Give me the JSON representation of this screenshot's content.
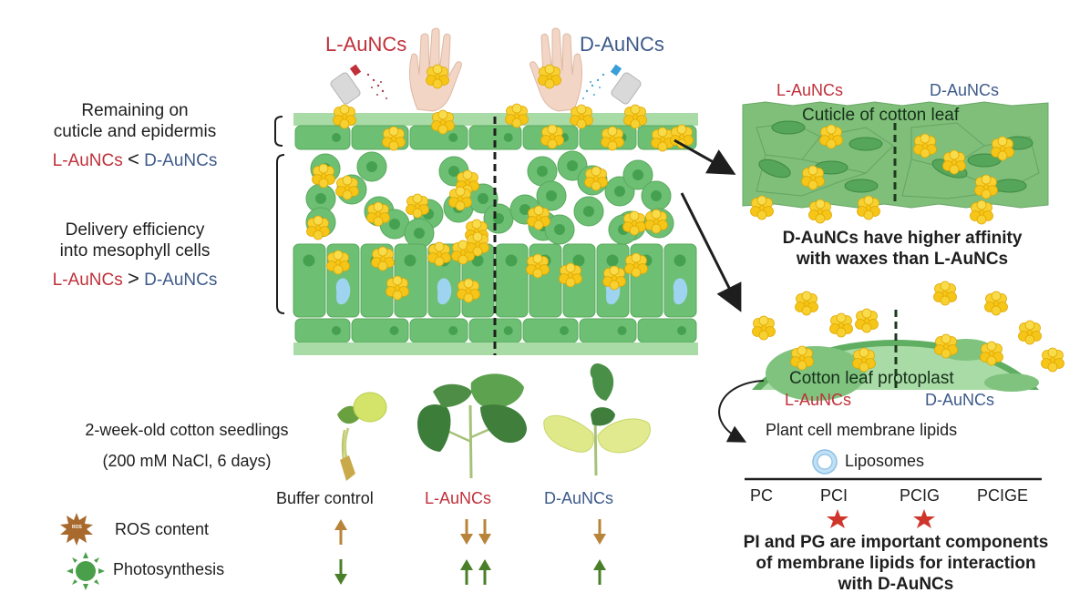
{
  "colors": {
    "l_auncs": "#c0303a",
    "d_auncs": "#3d5a8a",
    "text": "#1e1e1e",
    "leaf_green": "#6dbf74",
    "leaf_dark": "#45a150",
    "cuticle": "#a9dba7",
    "vacuole": "#9fd4f0",
    "nanocluster": "#f5c518",
    "ros_arrow": "#b8843a",
    "photo_arrow": "#4a7f2a",
    "star": "#d0352b"
  },
  "top": {
    "l_label": "L-AuNCs",
    "d_label": "D-AuNCs"
  },
  "left_annotations": {
    "remaining_line1": "Remaining on",
    "remaining_line2": "cuticle and epidermis",
    "remaining_compare": {
      "left": "L-AuNCs",
      "op": "<",
      "right": "D-AuNCs"
    },
    "delivery_line1": "Delivery efficiency",
    "delivery_line2": "into mesophyll cells",
    "delivery_compare": {
      "left": "L-AuNCs",
      "op": ">",
      "right": "D-AuNCs"
    }
  },
  "cuticle_panel": {
    "l_label": "L-AuNCs",
    "d_label": "D-AuNCs",
    "title": "Cuticle of cotton leaf",
    "conclusion_line1": "D-AuNCs have higher affinity",
    "conclusion_line2": "with waxes than L-AuNCs"
  },
  "protoplast_panel": {
    "title": "Cotton leaf protoplast",
    "l_label": "L-AuNCs",
    "d_label": "D-AuNCs",
    "lipids_label": "Plant cell membrane lipids",
    "liposomes_label": "Liposomes",
    "lipid_types": [
      "PC",
      "PCI",
      "PCIG",
      "PCIGE"
    ],
    "starred": [
      "PCI",
      "PCIG"
    ],
    "conclusion_line1": "PI and PG are important components",
    "conclusion_line2": "of membrane lipids for interaction",
    "conclusion_line3": "with D-AuNCs"
  },
  "seedlings": {
    "title_line1": "2-week-old cotton seedlings",
    "title_line2": "(200 mM NaCl, 6 days)",
    "groups": [
      {
        "label": "Buffer control",
        "ros": [
          "up"
        ],
        "photosynthesis": [
          "down"
        ]
      },
      {
        "label": "L-AuNCs",
        "ros": [
          "down",
          "down"
        ],
        "photosynthesis": [
          "up",
          "up"
        ]
      },
      {
        "label": "D-AuNCs",
        "ros": [
          "down"
        ],
        "photosynthesis": [
          "up"
        ]
      }
    ],
    "legend": {
      "ros_icon_text": "ROS",
      "ros_label": "ROS content",
      "photo_label": "Photosynthesis"
    }
  }
}
